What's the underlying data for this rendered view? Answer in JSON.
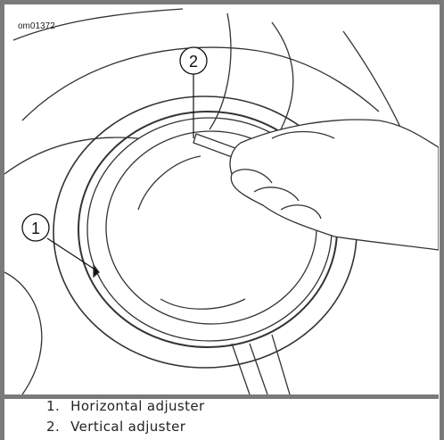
{
  "figure": {
    "code": "om01372",
    "callouts": [
      "1",
      "2"
    ]
  },
  "legend": {
    "items": [
      {
        "num": "1.",
        "label": "Horizontal adjuster"
      },
      {
        "num": "2.",
        "label": "Vertical adjuster"
      }
    ]
  }
}
